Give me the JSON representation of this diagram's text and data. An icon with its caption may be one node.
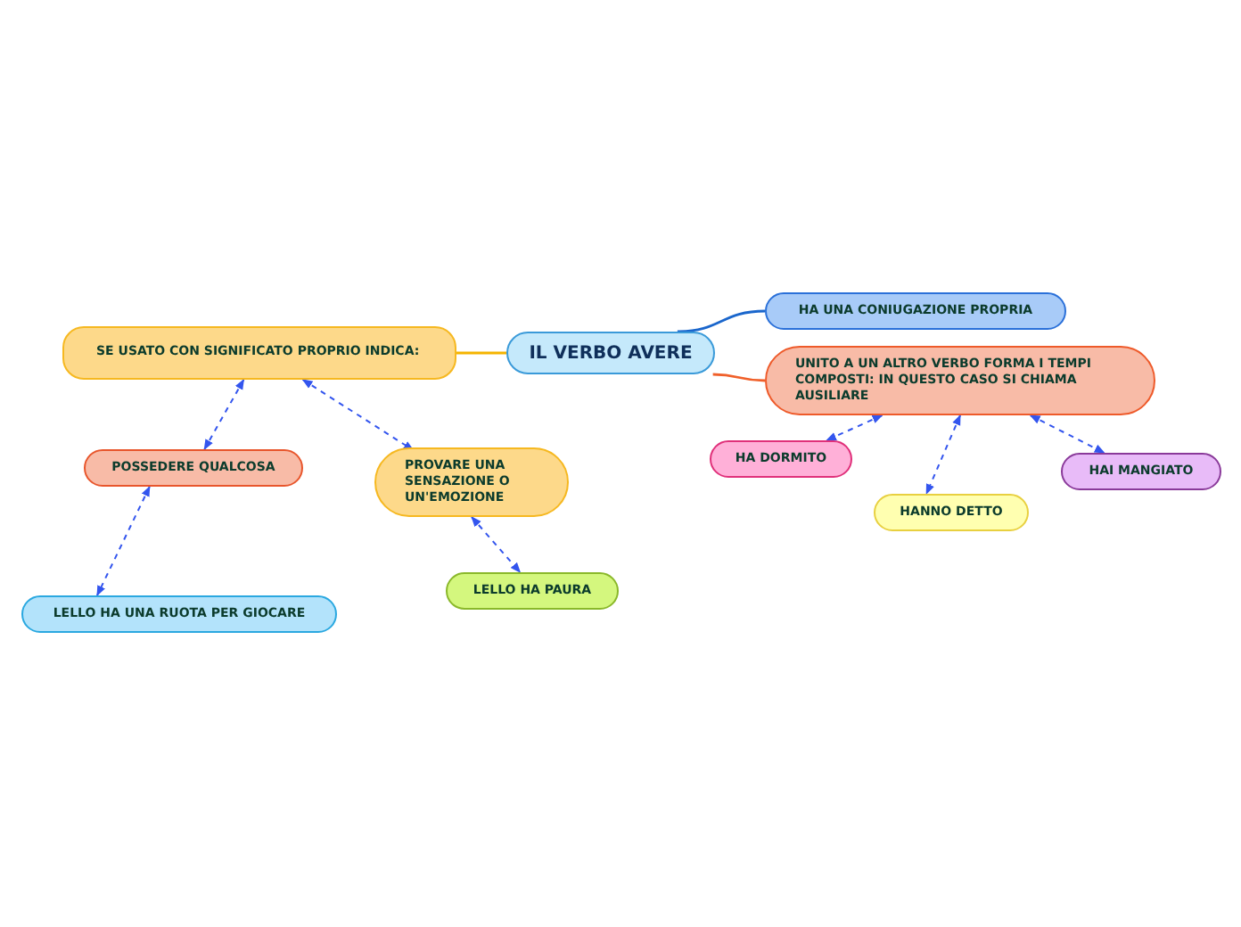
{
  "diagram": {
    "nodes": [
      {
        "text": [
          "IL VERBO AVERE"
        ]
      },
      {
        "text": [
          "SE USATO CON SIGNIFICATO PROPRIO INDICA:"
        ]
      },
      {
        "text": [
          "POSSEDERE QUALCOSA"
        ]
      },
      {
        "text": [
          "PROVARE UNA SENSAZIONE O UN'EMOZIONE"
        ]
      },
      {
        "text": [
          "LELLO HA UNA RUOTA PER GIOCARE"
        ]
      },
      {
        "text": [
          "LELLO HA PAURA"
        ]
      },
      {
        "text": [
          "HA UNA CONIUGAZIONE PROPRIA"
        ]
      },
      {
        "text": [
          "UNITO A UN ALTRO VERBO FORMA I TEMPI COMPOSTI: IN QUESTO CASO SI CHIAMA AUSILIARE"
        ]
      },
      {
        "text": [
          "HA DORMITO"
        ]
      },
      {
        "text": [
          "HANNO DETTO"
        ]
      },
      {
        "text": [
          "HAI MANGIATO"
        ]
      }
    ],
    "edges": [
      {
        "from": 0,
        "to": 1,
        "arrow": "none",
        "color": "#f4b400"
      },
      {
        "from": 1,
        "to": 2,
        "arrow": "both",
        "style": "dashed"
      },
      {
        "from": 1,
        "to": 3,
        "arrow": "both",
        "style": "dashed"
      },
      {
        "from": 2,
        "to": 4,
        "arrow": "both",
        "style": "dashed"
      },
      {
        "from": 3,
        "to": 5,
        "arrow": "both",
        "style": "dashed"
      },
      {
        "from": 0,
        "to": 6,
        "arrow": "none",
        "color": "#1a66cc"
      },
      {
        "from": 0,
        "to": 7,
        "arrow": "none",
        "color": "#f0602a"
      },
      {
        "from": 7,
        "to": 8,
        "arrow": "both",
        "style": "dashed"
      },
      {
        "from": 7,
        "to": 9,
        "arrow": "both",
        "style": "dashed"
      },
      {
        "from": 7,
        "to": 10,
        "arrow": "both",
        "style": "dashed"
      }
    ]
  }
}
